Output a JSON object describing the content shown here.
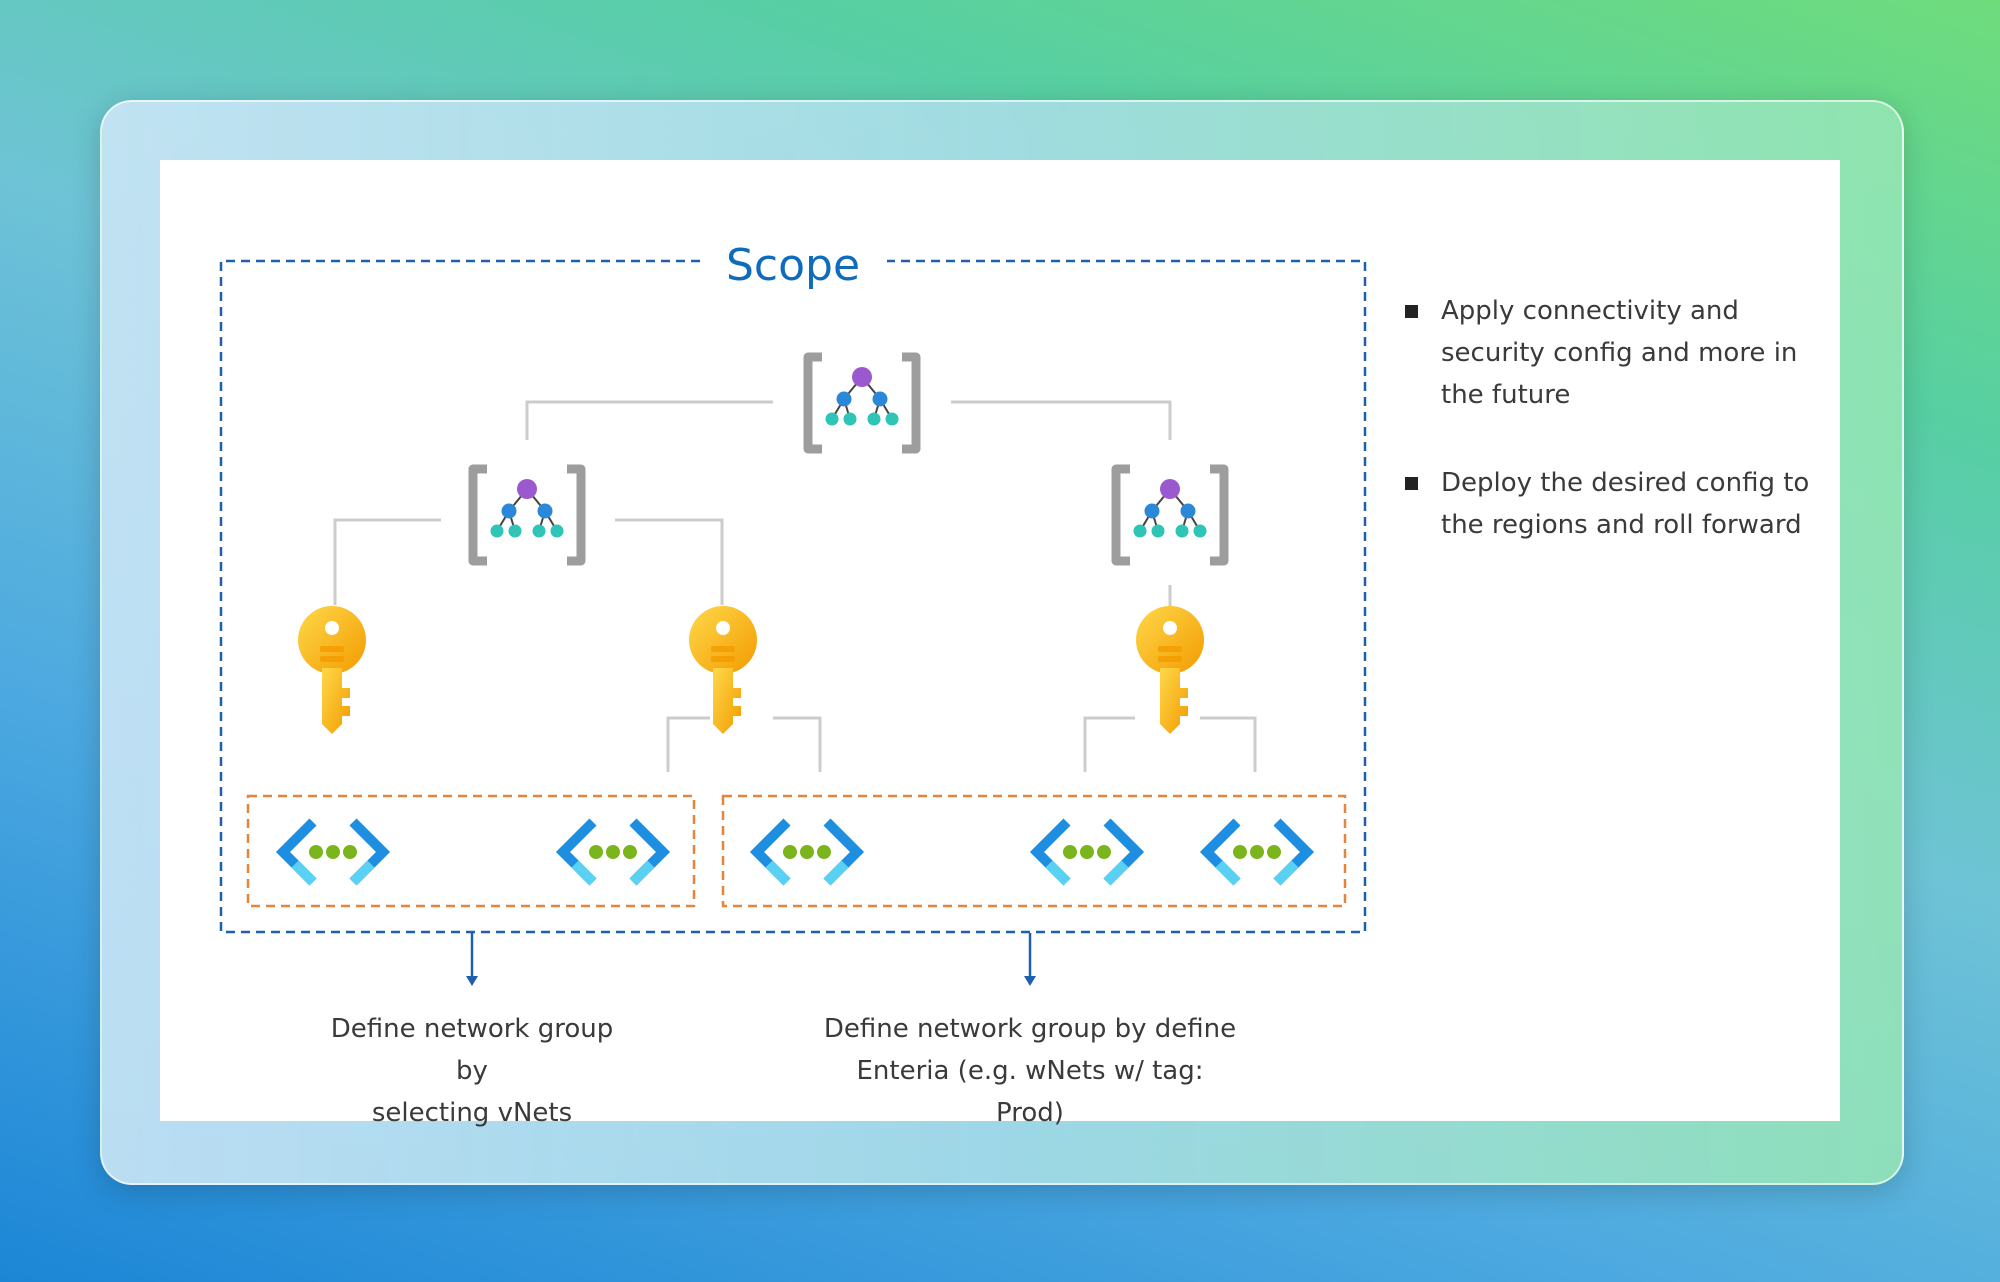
{
  "scope_title": "Scope",
  "captions": {
    "left": [
      "Define network group by",
      "selecting vNets"
    ],
    "right": [
      "Define network group by define",
      "Enteria (e.g. wNets w/ tag: Prod)"
    ]
  },
  "bullets": [
    [
      "Apply connectivity and",
      "security config and more in",
      "the future"
    ],
    [
      "Deploy the desired config to",
      "the regions and roll forward"
    ]
  ],
  "colors": {
    "scope_border": "#1f5fb0",
    "scope_title": "#0f6cbd",
    "group_border": "#e8843a",
    "connector": "#cccccc",
    "key": "#f7b500",
    "vnet_chevron": "#1e8ee0",
    "vnet_dot": "#7ab51d",
    "hierarchy_top": "#9b59d0",
    "hierarchy_mid": "#2b88d8",
    "hierarchy_leaf": "#2ec4b6"
  },
  "icons": {
    "management_group": "management-group-icon",
    "subscription": "key-icon",
    "vnet": "virtual-network-icon"
  }
}
